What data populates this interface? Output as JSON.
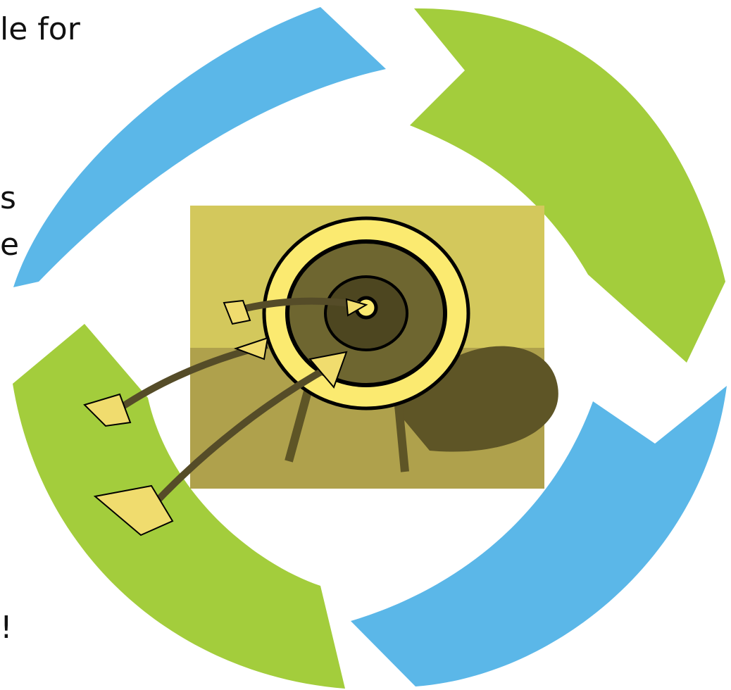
{
  "slide": {
    "text_fragments": [
      "le for",
      "s",
      "e",
      "!"
    ]
  },
  "cycle": {
    "arrow_colors": {
      "blue": "#5BB7E8",
      "green": "#A3CD3C"
    }
  },
  "clipart": {
    "icon": "archery-target-icon",
    "colors": {
      "background_top": "#D3C85C",
      "background_bottom": "#AFA14C",
      "ring_yellow": "#FBEA70",
      "ring_dark": "#6E6630",
      "ring_darker": "#4D4620",
      "outline": "#000000",
      "shadow": "#5E5526",
      "arrow_shaft": "#554C28",
      "fletching": "#F0DC6E"
    }
  }
}
